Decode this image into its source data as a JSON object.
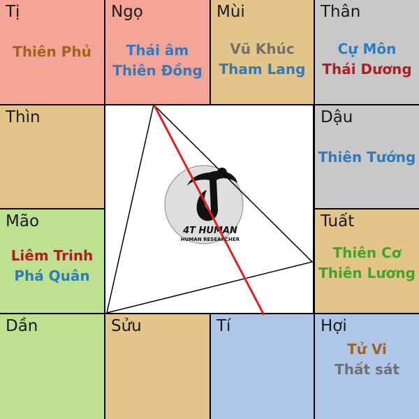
{
  "palaces": [
    {
      "id": "ti-top",
      "name": "Tị",
      "stars": [
        {
          "text": "Thiên Phủ",
          "color": "#a0641e"
        }
      ],
      "bg": "#f4a597"
    },
    {
      "id": "ngo",
      "name": "Ngọ",
      "stars": [
        {
          "text": "Thái âm",
          "color": "#2f7bbf"
        },
        {
          "text": "Thiên Đồng",
          "color": "#2f7bbf"
        }
      ],
      "bg": "#f4a597"
    },
    {
      "id": "mui",
      "name": "Mùi",
      "stars": [
        {
          "text": "Vũ Khúc",
          "color": "#707070"
        },
        {
          "text": "Tham Lang",
          "color": "#2f7bbf"
        }
      ],
      "bg": "#e3c589"
    },
    {
      "id": "than",
      "name": "Thân",
      "stars": [
        {
          "text": "Cự Môn",
          "color": "#2f7bbf"
        },
        {
          "text": "Thái Dương",
          "color": "#b01e24"
        }
      ],
      "bg": "#c8c8c8"
    },
    {
      "id": "thin",
      "name": "Thìn",
      "stars": [],
      "bg": "#e3c589"
    },
    {
      "id": "dau",
      "name": "Dậu",
      "stars": [
        {
          "text": "Thiên Tướng",
          "color": "#2f7bbf"
        }
      ],
      "bg": "#c8c8c8"
    },
    {
      "id": "mao",
      "name": "Mão",
      "stars": [
        {
          "text": "Liêm Trinh",
          "color": "#b01e24"
        },
        {
          "text": "Phá Quân",
          "color": "#2f7bbf"
        }
      ],
      "bg": "#bde18e"
    },
    {
      "id": "tuat",
      "name": "Tuất",
      "stars": [
        {
          "text": "Thiên Cơ",
          "color": "#43a32a"
        },
        {
          "text": "Thiên Lương",
          "color": "#43a32a"
        }
      ],
      "bg": "#e3c589"
    },
    {
      "id": "dan",
      "name": "Dần",
      "stars": [],
      "bg": "#bde18e"
    },
    {
      "id": "suu",
      "name": "Sửu",
      "stars": [],
      "bg": "#e3c589"
    },
    {
      "id": "ti-bottom",
      "name": "Tí",
      "stars": [],
      "bg": "#aec6e8"
    },
    {
      "id": "hoi",
      "name": "Hợi",
      "stars": [
        {
          "text": "Tử Vi",
          "color": "#a0641e"
        },
        {
          "text": "Thất sát",
          "color": "#707070"
        }
      ],
      "bg": "#aec6e8"
    }
  ],
  "logo": {
    "title": "4T HUMAN",
    "subtitle": "HUMAN RESEARCHER"
  },
  "colors": {
    "triangle": "#000000",
    "redline": "#e0201c",
    "grid": "#1a1a1a"
  }
}
